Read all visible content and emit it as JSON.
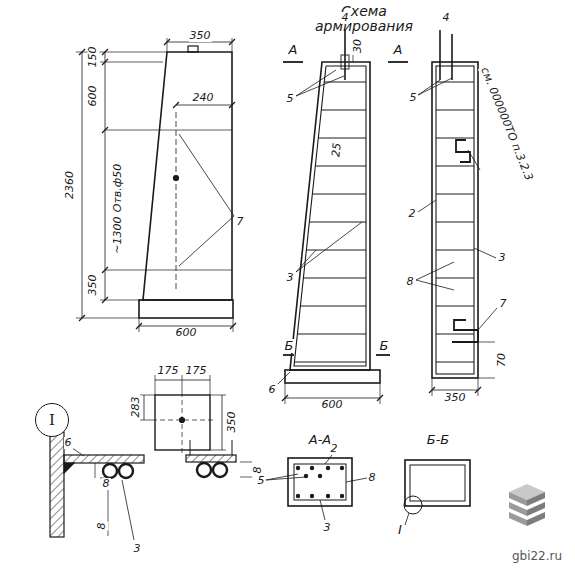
{
  "diagram": {
    "title": "Схема армирования",
    "nodes": [
      {
        "text": [
          "I"
        ]
      }
    ],
    "labels": [
      "350",
      "150",
      "600",
      "240",
      "2360",
      "Отв.ф50",
      "~1300",
      "350",
      "600",
      "7",
      "4",
      "30",
      "А",
      "А",
      "5",
      "25",
      "3",
      "Б",
      "Б",
      "6",
      "600",
      "4",
      "5",
      "см. 000000ТО п.3.2.3",
      "2",
      "3",
      "8",
      "7",
      "70",
      "350",
      "175",
      "175",
      "283",
      "350",
      "А-А",
      "Б-Б",
      "2",
      "5",
      "8",
      "3",
      "6",
      "3",
      "8",
      "8",
      "8",
      "gbi22.ru",
      "I"
    ]
  }
}
